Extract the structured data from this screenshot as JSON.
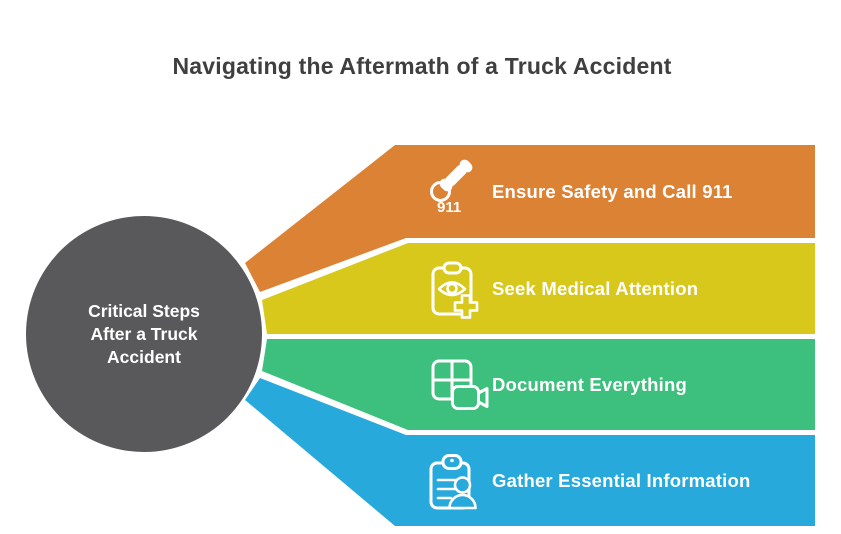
{
  "title": {
    "text": "Navigating the Aftermath of a Truck Accident",
    "color": "#3f3f3f"
  },
  "hub": {
    "lines": [
      "Critical Steps",
      "After a Truck",
      "Accident"
    ],
    "color": "#59595b",
    "text_color": "#ffffff"
  },
  "steps": [
    {
      "label": "Ensure Safety and Call 911",
      "icon": "phone-911-icon",
      "icon_text": "911",
      "color": "#dc8234"
    },
    {
      "label": "Seek Medical Attention",
      "icon": "medical-clipboard-icon",
      "color": "#d8c81c"
    },
    {
      "label": "Document Everything",
      "icon": "photo-video-grid-icon",
      "color": "#3dbf7d"
    },
    {
      "label": "Gather Essential Information",
      "icon": "clipboard-contact-icon",
      "color": "#27a9dc"
    }
  ],
  "icon_stroke_color": "#ffffff"
}
